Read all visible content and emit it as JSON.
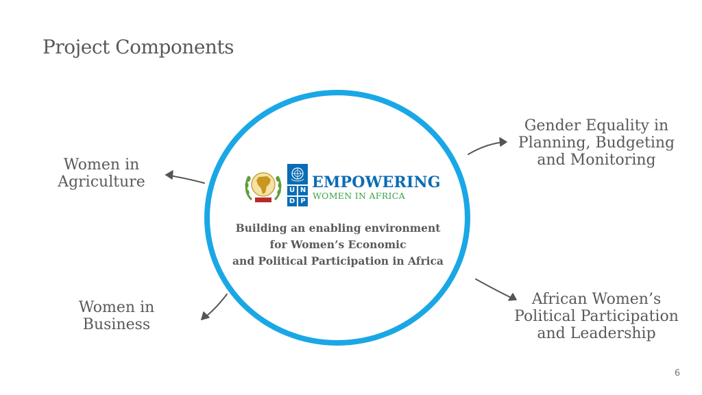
{
  "slide": {
    "title": "Project Components",
    "page_number": "6",
    "accent_color": "#1aa7e6"
  },
  "center": {
    "brand_line1": "EMPOWERING",
    "brand_line2": "WOMEN IN AFRICA",
    "undp_letters": [
      "U",
      "N",
      "D",
      "P"
    ],
    "tagline": "Building an enabling environment\nfor Women’s Economic\nand Political Participation in Africa",
    "logos": [
      "african-union-seal-icon",
      "un-emblem-icon"
    ]
  },
  "components": [
    {
      "label": "Women in\nAgriculture"
    },
    {
      "label": "Women in\nBusiness"
    },
    {
      "label": "Gender Equality in\nPlanning, Budgeting\nand Monitoring"
    },
    {
      "label": "African Women’s\nPolitical Participation\nand Leadership"
    }
  ]
}
